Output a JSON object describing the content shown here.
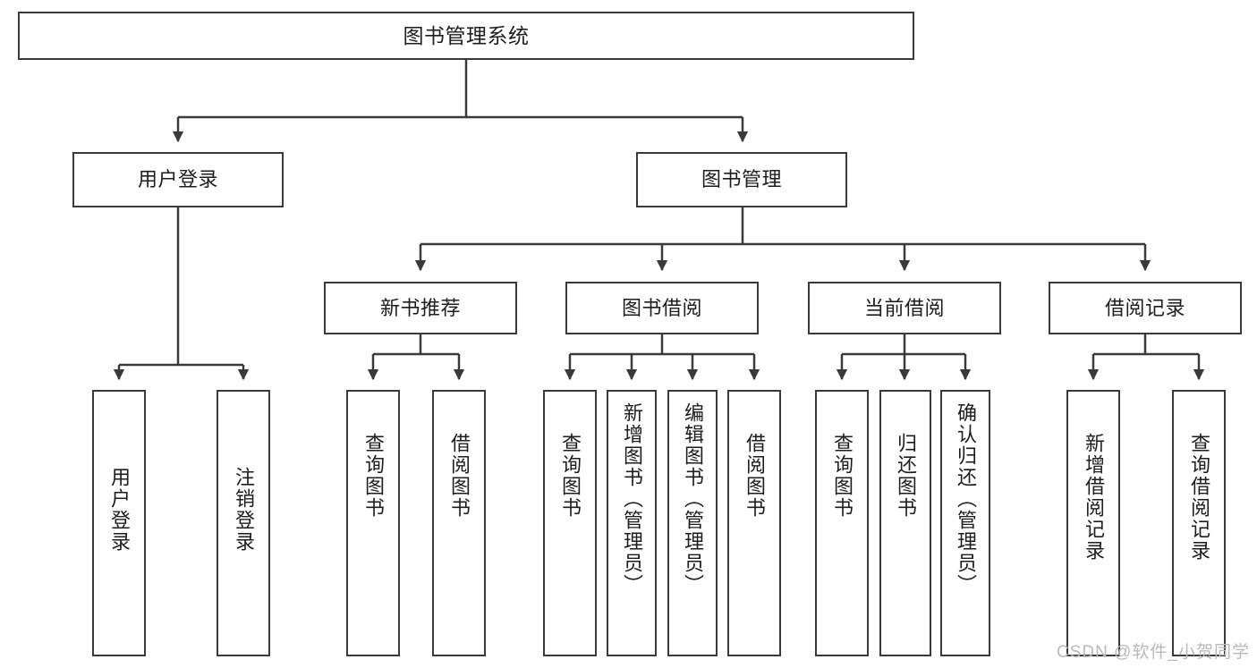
{
  "diagram": {
    "type": "tree",
    "title": "图书管理系统",
    "watermark": "CSDN @软件_小贺同学",
    "levels": {
      "root": {
        "label": "图书管理系统"
      },
      "level2": [
        {
          "id": "user-login",
          "label": "用户登录"
        },
        {
          "id": "book-management",
          "label": "图书管理"
        }
      ],
      "level3": [
        {
          "id": "new-book-recommend",
          "label": "新书推荐"
        },
        {
          "id": "book-borrow",
          "label": "图书借阅"
        },
        {
          "id": "current-borrow",
          "label": "当前借阅"
        },
        {
          "id": "borrow-record",
          "label": "借阅记录"
        }
      ],
      "leaves": [
        {
          "id": "leaf-user-login",
          "label": "用户登录",
          "parent": "user-login"
        },
        {
          "id": "leaf-logout-login",
          "label": "注销登录",
          "parent": "user-login"
        },
        {
          "id": "leaf-query-book-1",
          "label": "查询图书",
          "parent": "new-book-recommend"
        },
        {
          "id": "leaf-borrow-book-1",
          "label": "借阅图书",
          "parent": "new-book-recommend"
        },
        {
          "id": "leaf-query-book-2",
          "label": "查询图书",
          "parent": "book-borrow"
        },
        {
          "id": "leaf-add-book",
          "label": "新增图书（管理员）",
          "parent": "book-borrow"
        },
        {
          "id": "leaf-edit-book",
          "label": "编辑图书（管理员）",
          "parent": "book-borrow"
        },
        {
          "id": "leaf-borrow-book-2",
          "label": "借阅图书",
          "parent": "book-borrow"
        },
        {
          "id": "leaf-query-book-3",
          "label": "查询图书",
          "parent": "current-borrow"
        },
        {
          "id": "leaf-return-book",
          "label": "归还图书",
          "parent": "current-borrow"
        },
        {
          "id": "leaf-confirm-return",
          "label": "确认归还（管理员）",
          "parent": "current-borrow"
        },
        {
          "id": "leaf-add-record",
          "label": "新增借阅记录",
          "parent": "borrow-record"
        },
        {
          "id": "leaf-query-record",
          "label": "查询借阅记录",
          "parent": "borrow-record"
        }
      ]
    },
    "colors": {
      "stroke": "#3a3a3a",
      "fill": "#ffffff",
      "text": "#1d1d1d",
      "watermark": "#b9b9b9"
    }
  }
}
